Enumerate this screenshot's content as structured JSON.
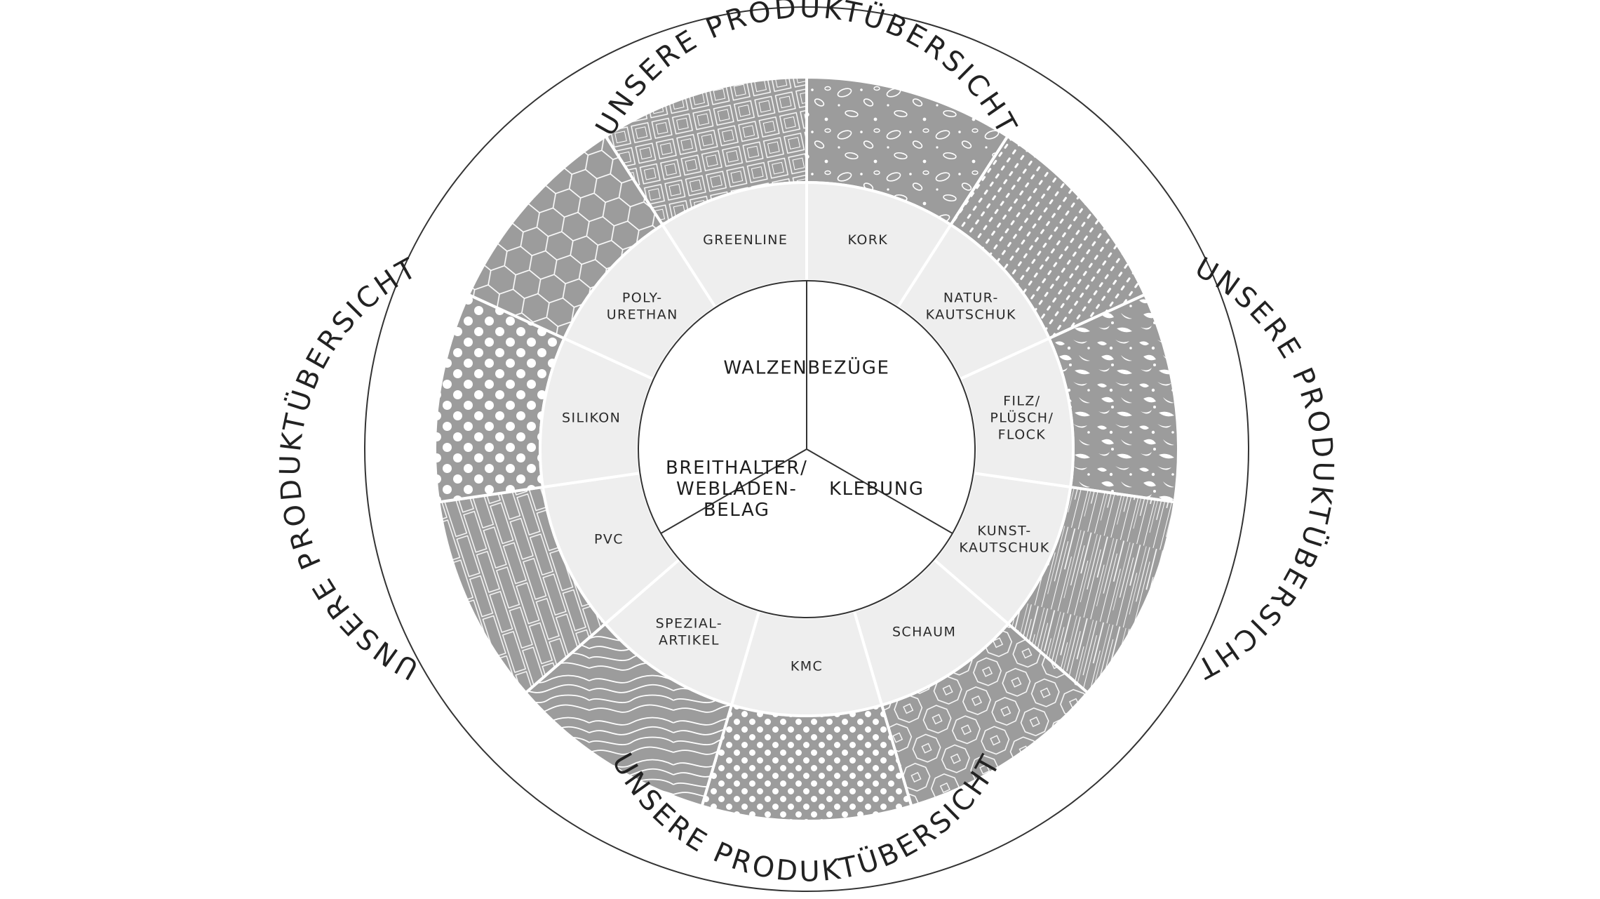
{
  "title_ring": {
    "text": "UNSERE PRODUKTÜBERSICHT"
  },
  "core": {
    "sections": [
      {
        "lines": [
          "WALZENBEZÜGE"
        ]
      },
      {
        "lines": [
          "KLEBUNG"
        ]
      },
      {
        "lines": [
          "BREITHALTER/",
          "WEBLADEN-",
          "BELAG"
        ]
      }
    ]
  },
  "segments": [
    {
      "lines": [
        "KORK"
      ],
      "pattern": "ellipse-speckle"
    },
    {
      "lines": [
        "NATUR-",
        "KAUTSCHUK"
      ],
      "pattern": "dash-dots"
    },
    {
      "lines": [
        "FILZ/",
        "PLÜSCH/",
        "FLOCK"
      ],
      "pattern": "felt-blobs"
    },
    {
      "lines": [
        "KUNST-",
        "KAUTSCHUK"
      ],
      "pattern": "vertical-streaks"
    },
    {
      "lines": [
        "SCHAUM"
      ],
      "pattern": "octagon-lattice"
    },
    {
      "lines": [
        "KMC"
      ],
      "pattern": "dot-grid"
    },
    {
      "lines": [
        "SPEZIAL-",
        "ARTIKEL"
      ],
      "pattern": "contour-waves"
    },
    {
      "lines": [
        "PVC"
      ],
      "pattern": "brick-stripes"
    },
    {
      "lines": [
        "SILIKON"
      ],
      "pattern": "large-dots"
    },
    {
      "lines": [
        "POLY-",
        "URETHAN"
      ],
      "pattern": "hexagon-mesh"
    },
    {
      "lines": [
        "GREENLINE"
      ],
      "pattern": "square-tiles"
    }
  ],
  "colors": {
    "outer_ring": "#9c9c9c",
    "middle_ring": "#eeeeee",
    "core": "#ffffff",
    "lines": "#ffffff",
    "stroke": "#333333"
  }
}
